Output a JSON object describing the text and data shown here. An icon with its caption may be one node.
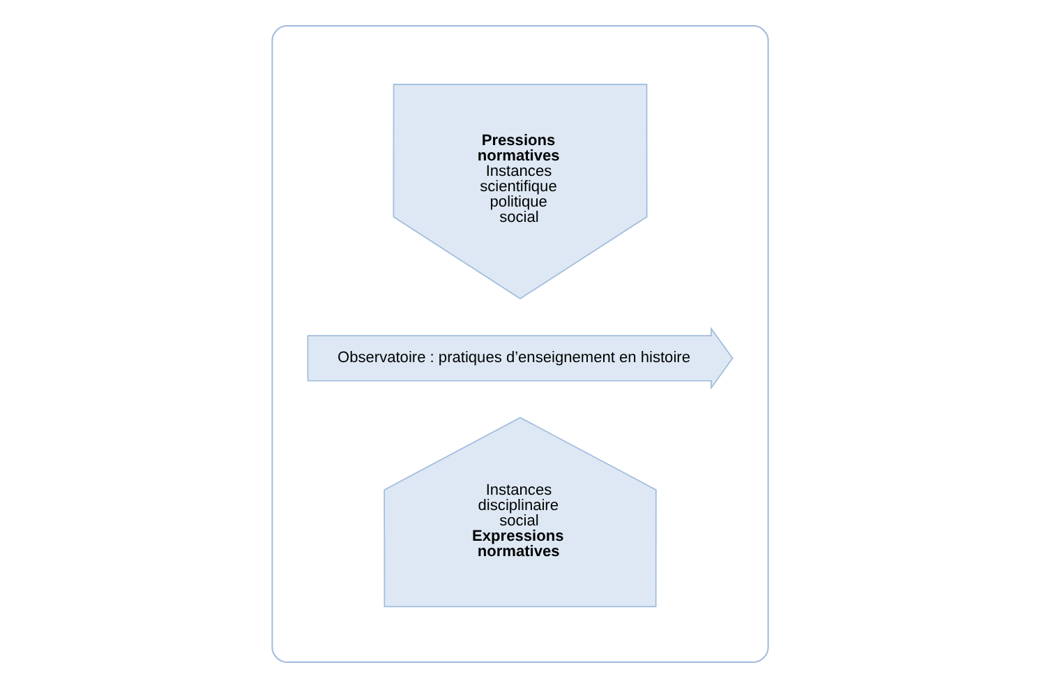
{
  "diagram": {
    "nodes": [
      {
        "text": [],
        "shape": "box"
      },
      {
        "text": [
          "Pressions normatives",
          "Instances scientifique politique social"
        ],
        "in": 0
      },
      {
        "text": [
          "Observatoire : pratiques d’enseignement en histoire"
        ],
        "in": 0
      },
      {
        "text": [
          "Instances disciplinaire social",
          "Expressions normatives"
        ],
        "in": 0
      }
    ],
    "edges": []
  }
}
